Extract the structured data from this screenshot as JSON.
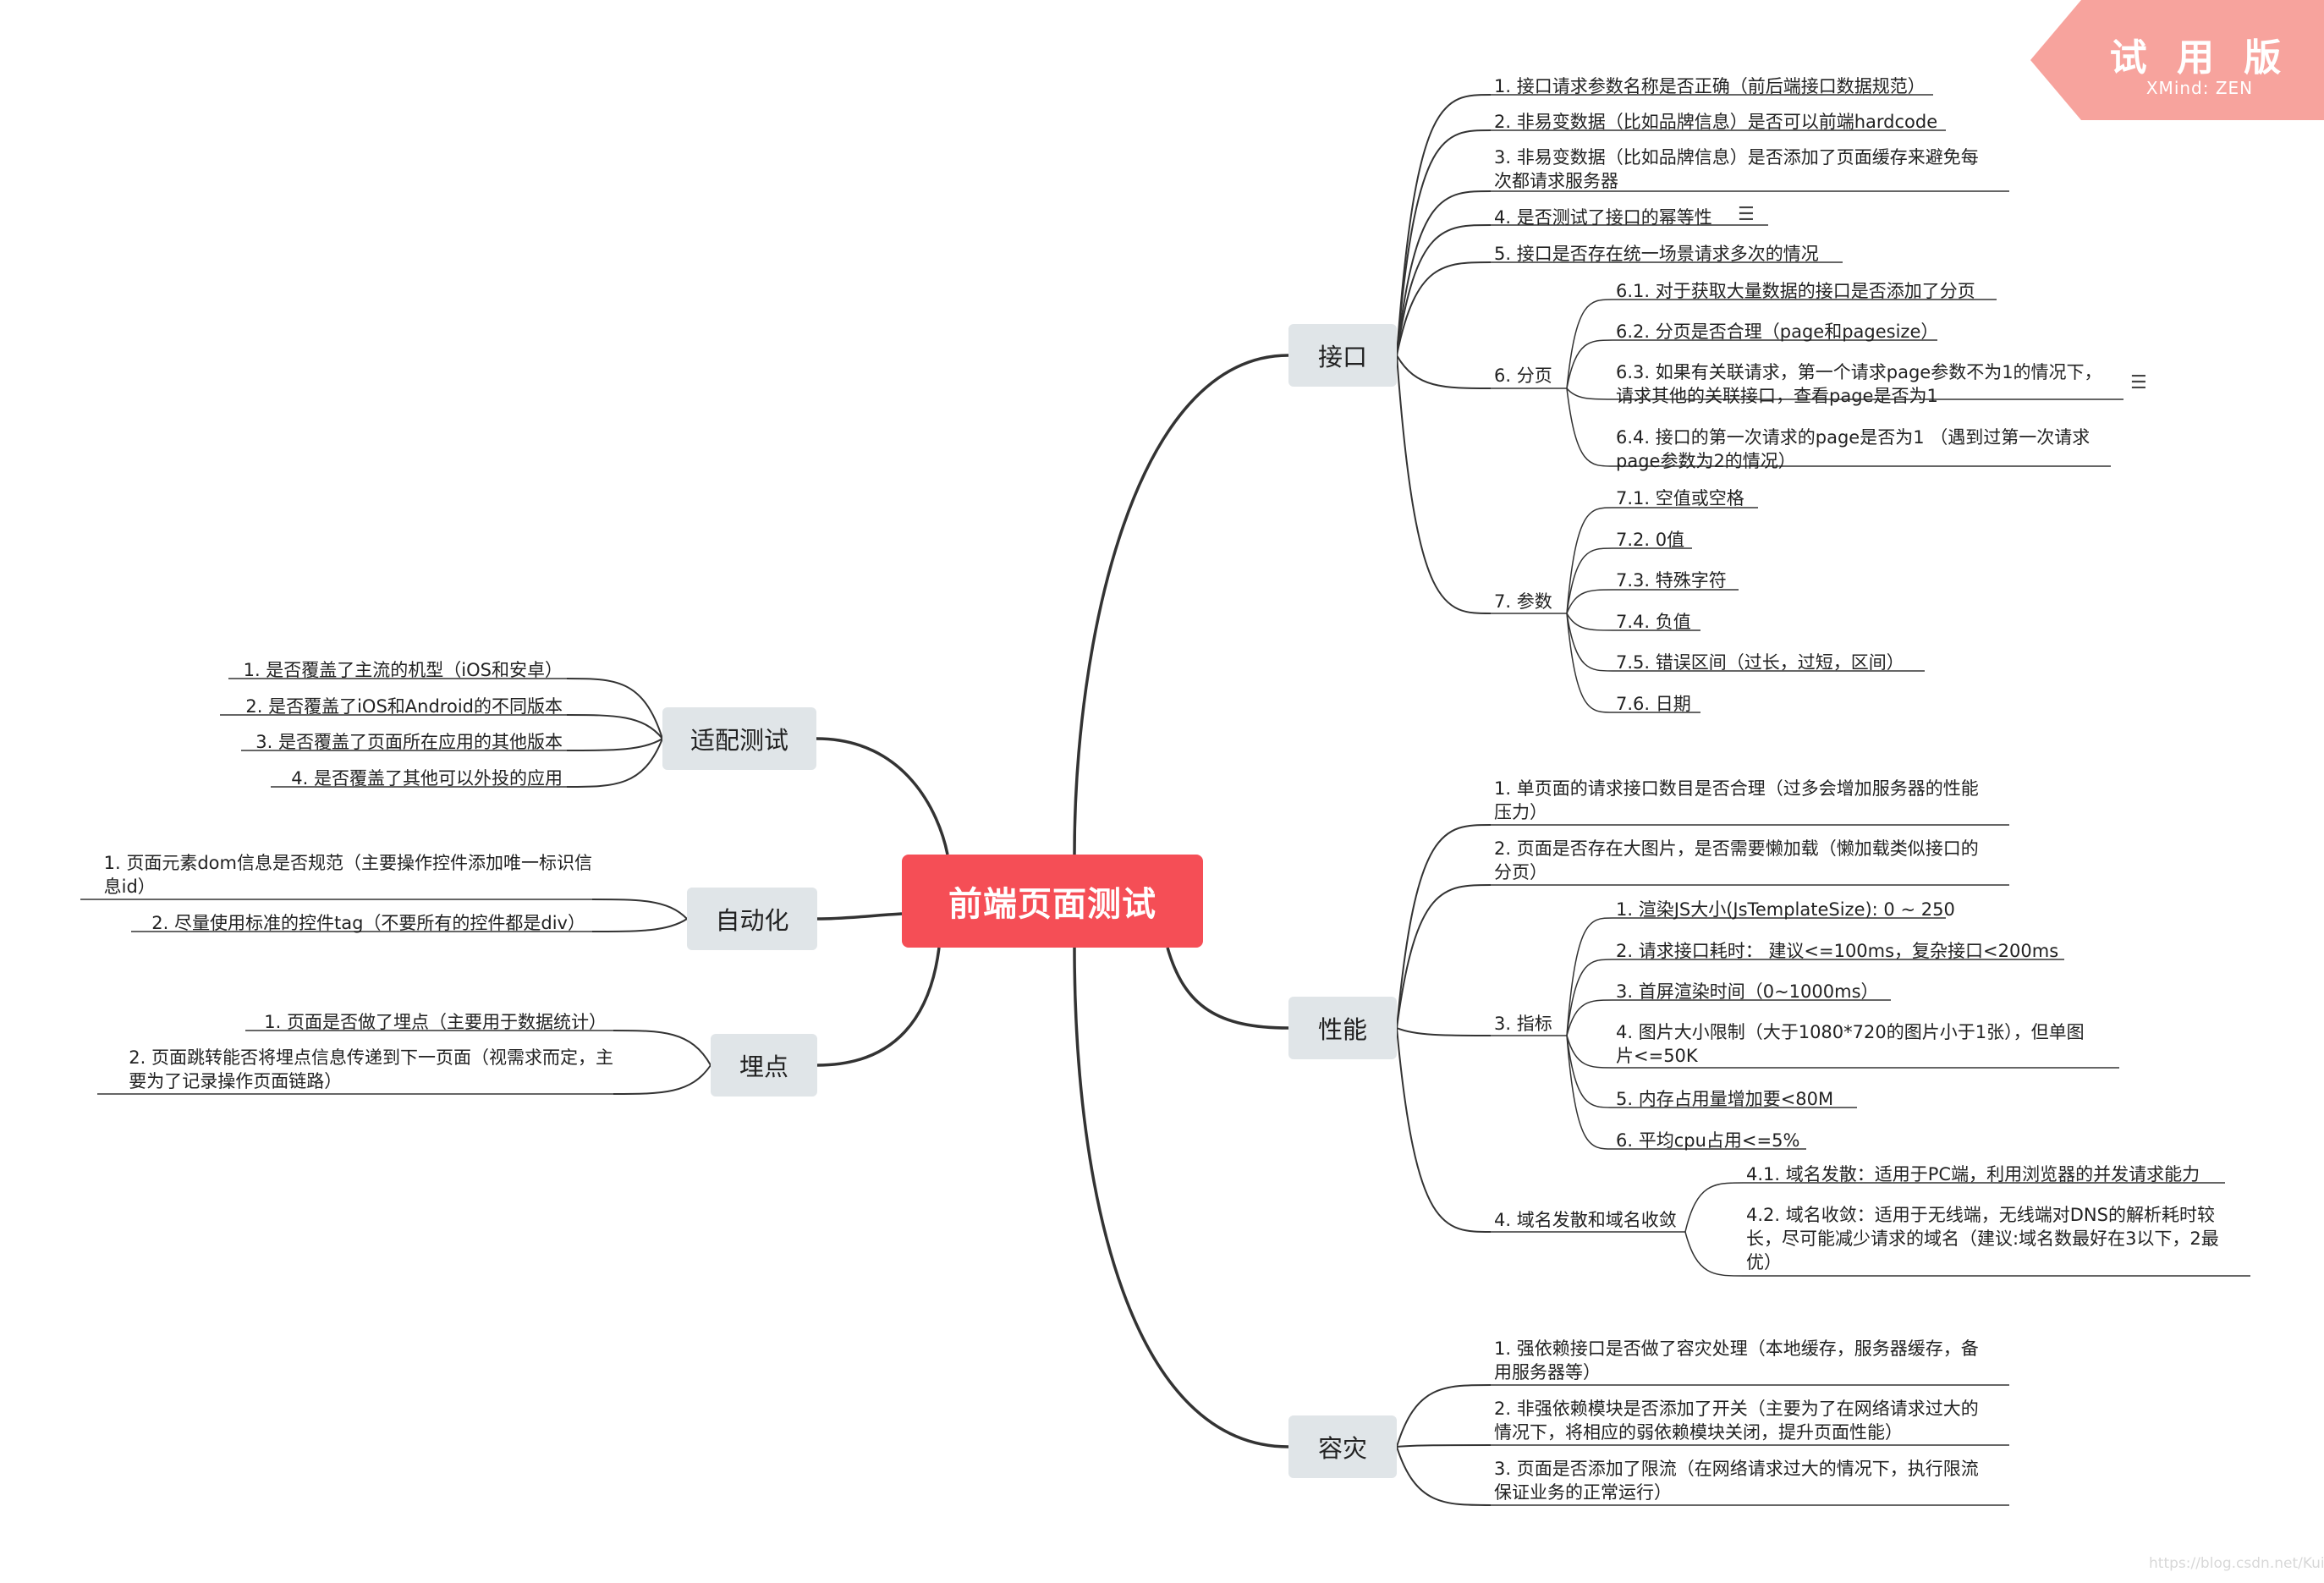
{
  "root": {
    "label": "前端页面测试"
  },
  "trial": {
    "title": "试 用 版",
    "subtitle": "XMind: ZEN"
  },
  "watermark": "https://blog.csdn.net/Kuihao",
  "branches": [
    {
      "key": "jiekou",
      "label": "接口",
      "side": "right",
      "items": [
        {
          "text": "1. 接口请求参数名称是否正确（前后端接口数据规范）"
        },
        {
          "text": "2. 非易变数据（比如品牌信息）是否可以前端hardcode"
        },
        {
          "text": "3. 非易变数据（比如品牌信息）是否添加了页面缓存来避免每\n次都请求服务器"
        },
        {
          "text": "4. 是否测试了接口的幂等性",
          "note": true
        },
        {
          "text": "5. 接口是否存在统一场景请求多次的情况"
        },
        {
          "text": "6. 分页",
          "children": [
            {
              "text": "6.1. 对于获取大量数据的接口是否添加了分页"
            },
            {
              "text": "6.2. 分页是否合理（page和pagesize）"
            },
            {
              "text": "6.3. 如果有关联请求，第一个请求page参数不为1的情况下，\n请求其他的关联接口，查看page是否为1",
              "note": true
            },
            {
              "text": "6.4. 接口的第一次请求的page是否为1 （遇到过第一次请求\npage参数为2的情况）"
            }
          ]
        },
        {
          "text": "7. 参数",
          "children": [
            {
              "text": "7.1. 空值或空格"
            },
            {
              "text": "7.2. 0值"
            },
            {
              "text": "7.3. 特殊字符"
            },
            {
              "text": "7.4. 负值"
            },
            {
              "text": "7.5. 错误区间（过长，过短，区间）"
            },
            {
              "text": "7.6. 日期"
            }
          ]
        }
      ]
    },
    {
      "key": "xingneng",
      "label": "性能",
      "side": "right",
      "items": [
        {
          "text": "1. 单页面的请求接口数目是否合理（过多会增加服务器的性能\n压力）"
        },
        {
          "text": "2. 页面是否存在大图片，是否需要懒加载（懒加载类似接口的\n分页）"
        },
        {
          "text": "3. 指标",
          "children": [
            {
              "text": "1. 渲染JS大小(JsTemplateSize): 0 ~ 250"
            },
            {
              "text": "2. 请求接口耗时： 建议<=100ms，复杂接口<200ms"
            },
            {
              "text": "3. 首屏渲染时间（0~1000ms）"
            },
            {
              "text": "4. 图片大小限制（大于1080*720的图片小于1张），但单图\n片<=50K"
            },
            {
              "text": "5. 内存占用量增加要<80M"
            },
            {
              "text": "6. 平均cpu占用<=5%"
            }
          ]
        },
        {
          "text": "4. 域名发散和域名收敛",
          "children": [
            {
              "text": "4.1. 域名发散：适用于PC端，利用浏览器的并发请求能力"
            },
            {
              "text": "4.2. 域名收敛：适用于无线端，无线端对DNS的解析耗时较\n长，尽可能减少请求的域名（建议:域名数最好在3以下，2最\n优）"
            }
          ]
        }
      ]
    },
    {
      "key": "rongzai",
      "label": "容灾",
      "side": "right",
      "items": [
        {
          "text": "1. 强依赖接口是否做了容灾处理（本地缓存，服务器缓存，备\n用服务器等）"
        },
        {
          "text": "2. 非强依赖模块是否添加了开关（主要为了在网络请求过大的\n情况下，将相应的弱依赖模块关闭，提升页面性能）"
        },
        {
          "text": "3. 页面是否添加了限流（在网络请求过大的情况下，执行限流\n保证业务的正常运行）"
        }
      ]
    },
    {
      "key": "shipei",
      "label": "适配测试",
      "side": "left",
      "items": [
        {
          "text": "1. 是否覆盖了主流的机型（iOS和安卓）"
        },
        {
          "text": "2. 是否覆盖了iOS和Android的不同版本"
        },
        {
          "text": "3. 是否覆盖了页面所在应用的其他版本"
        },
        {
          "text": "4. 是否覆盖了其他可以外投的应用"
        }
      ]
    },
    {
      "key": "zidonghua",
      "label": "自动化",
      "side": "left",
      "items": [
        {
          "text": "1. 页面元素dom信息是否规范（主要操作控件添加唯一标识信\n息id）"
        },
        {
          "text": "2. 尽量使用标准的控件tag（不要所有的控件都是div）"
        }
      ]
    },
    {
      "key": "maidian",
      "label": "埋点",
      "side": "left",
      "items": [
        {
          "text": "1. 页面是否做了埋点（主要用于数据统计）"
        },
        {
          "text": "2. 页面跳转能否将埋点信息传递到下一页面（视需求而定，主\n要为了记录操作页面链路）"
        }
      ]
    }
  ]
}
